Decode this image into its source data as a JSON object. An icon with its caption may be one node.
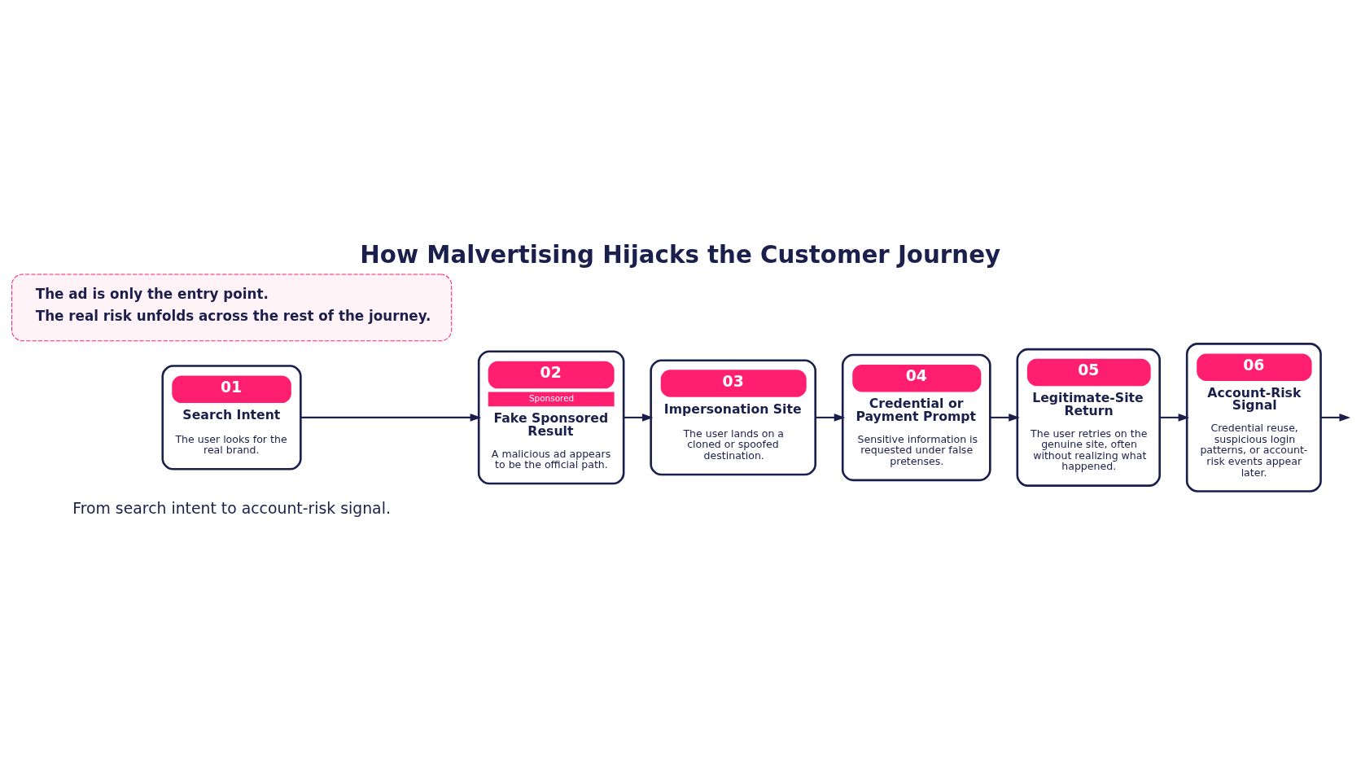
{
  "diagram": {
    "title": "How Malvertising Hijacks the Customer Journey",
    "nodes": [
      {
        "text": [
          "01",
          "Search Intent",
          "The user looks for the real brand."
        ]
      },
      {
        "text": [
          "02",
          "Sponsored",
          "Fake Sponsored Result",
          "A malicious ad appears to be the official path."
        ]
      },
      {
        "text": [
          "03",
          "Impersonation Site",
          "The user lands on a cloned or spoofed destination."
        ]
      },
      {
        "text": [
          "04",
          "Credential or Payment Prompt",
          "Sensitive information is requested under false pretenses."
        ]
      },
      {
        "text": [
          "05",
          "Legitimate-Site Return",
          "The user retries on the genuine site, often without realizing what happened."
        ]
      },
      {
        "text": [
          "06",
          "Account-Risk Signal",
          "Credential reuse, suspicious login patterns, or account-risk events appear later."
        ]
      },
      {
        "text": [
          "The ad is only the entry point.",
          "The real risk unfolds across the rest of the journey."
        ]
      }
    ],
    "edges": [
      {
        "from": 0,
        "to": 1,
        "arrow": "to"
      },
      {
        "from": 1,
        "to": 2,
        "arrow": "to"
      },
      {
        "from": 2,
        "to": 3,
        "arrow": "to"
      },
      {
        "from": 3,
        "to": 4,
        "arrow": "to"
      },
      {
        "from": 4,
        "to": 5,
        "arrow": "to"
      },
      {
        "from": 5,
        "to": null,
        "arrow": "to"
      }
    ],
    "labels": [
      "From search intent to account-risk signal."
    ]
  }
}
